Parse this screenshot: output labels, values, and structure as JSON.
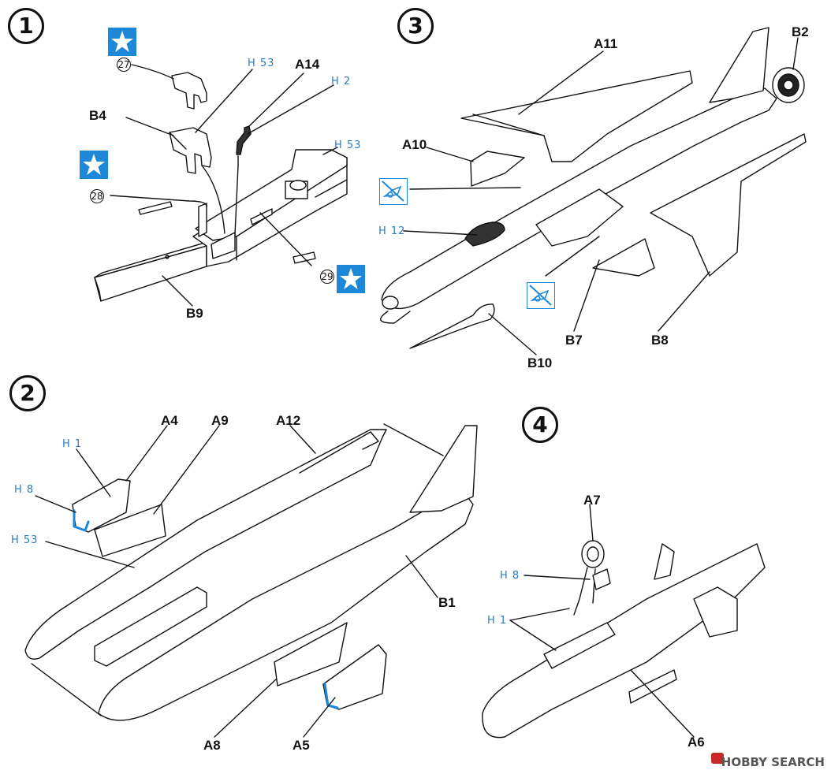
{
  "steps": [
    "1",
    "2",
    "3",
    "4"
  ],
  "step1": {
    "parts": [
      "A14",
      "B4",
      "B9"
    ],
    "hints": [
      "H 53",
      "H 2",
      "H 53"
    ],
    "decals": [
      "27",
      "28",
      "29"
    ]
  },
  "step2": {
    "parts": [
      "A4",
      "A9",
      "A12",
      "B1",
      "A8",
      "A5"
    ],
    "hints": [
      "H 1",
      "H 8",
      "H 53"
    ]
  },
  "step3": {
    "parts": [
      "A11",
      "B2",
      "A10",
      "B7",
      "B8",
      "B10"
    ],
    "hints": [
      "H 12"
    ]
  },
  "step4": {
    "parts": [
      "A7",
      "A6"
    ],
    "hints": [
      "H 8",
      "H 1"
    ]
  },
  "watermark": "HOBBY SEARCH",
  "colors": {
    "accent": "#1e88d8",
    "ink": "#111111"
  },
  "icons": [
    "star-decal-icon",
    "no-glue-icon",
    "hobby-search-logo-icon"
  ]
}
